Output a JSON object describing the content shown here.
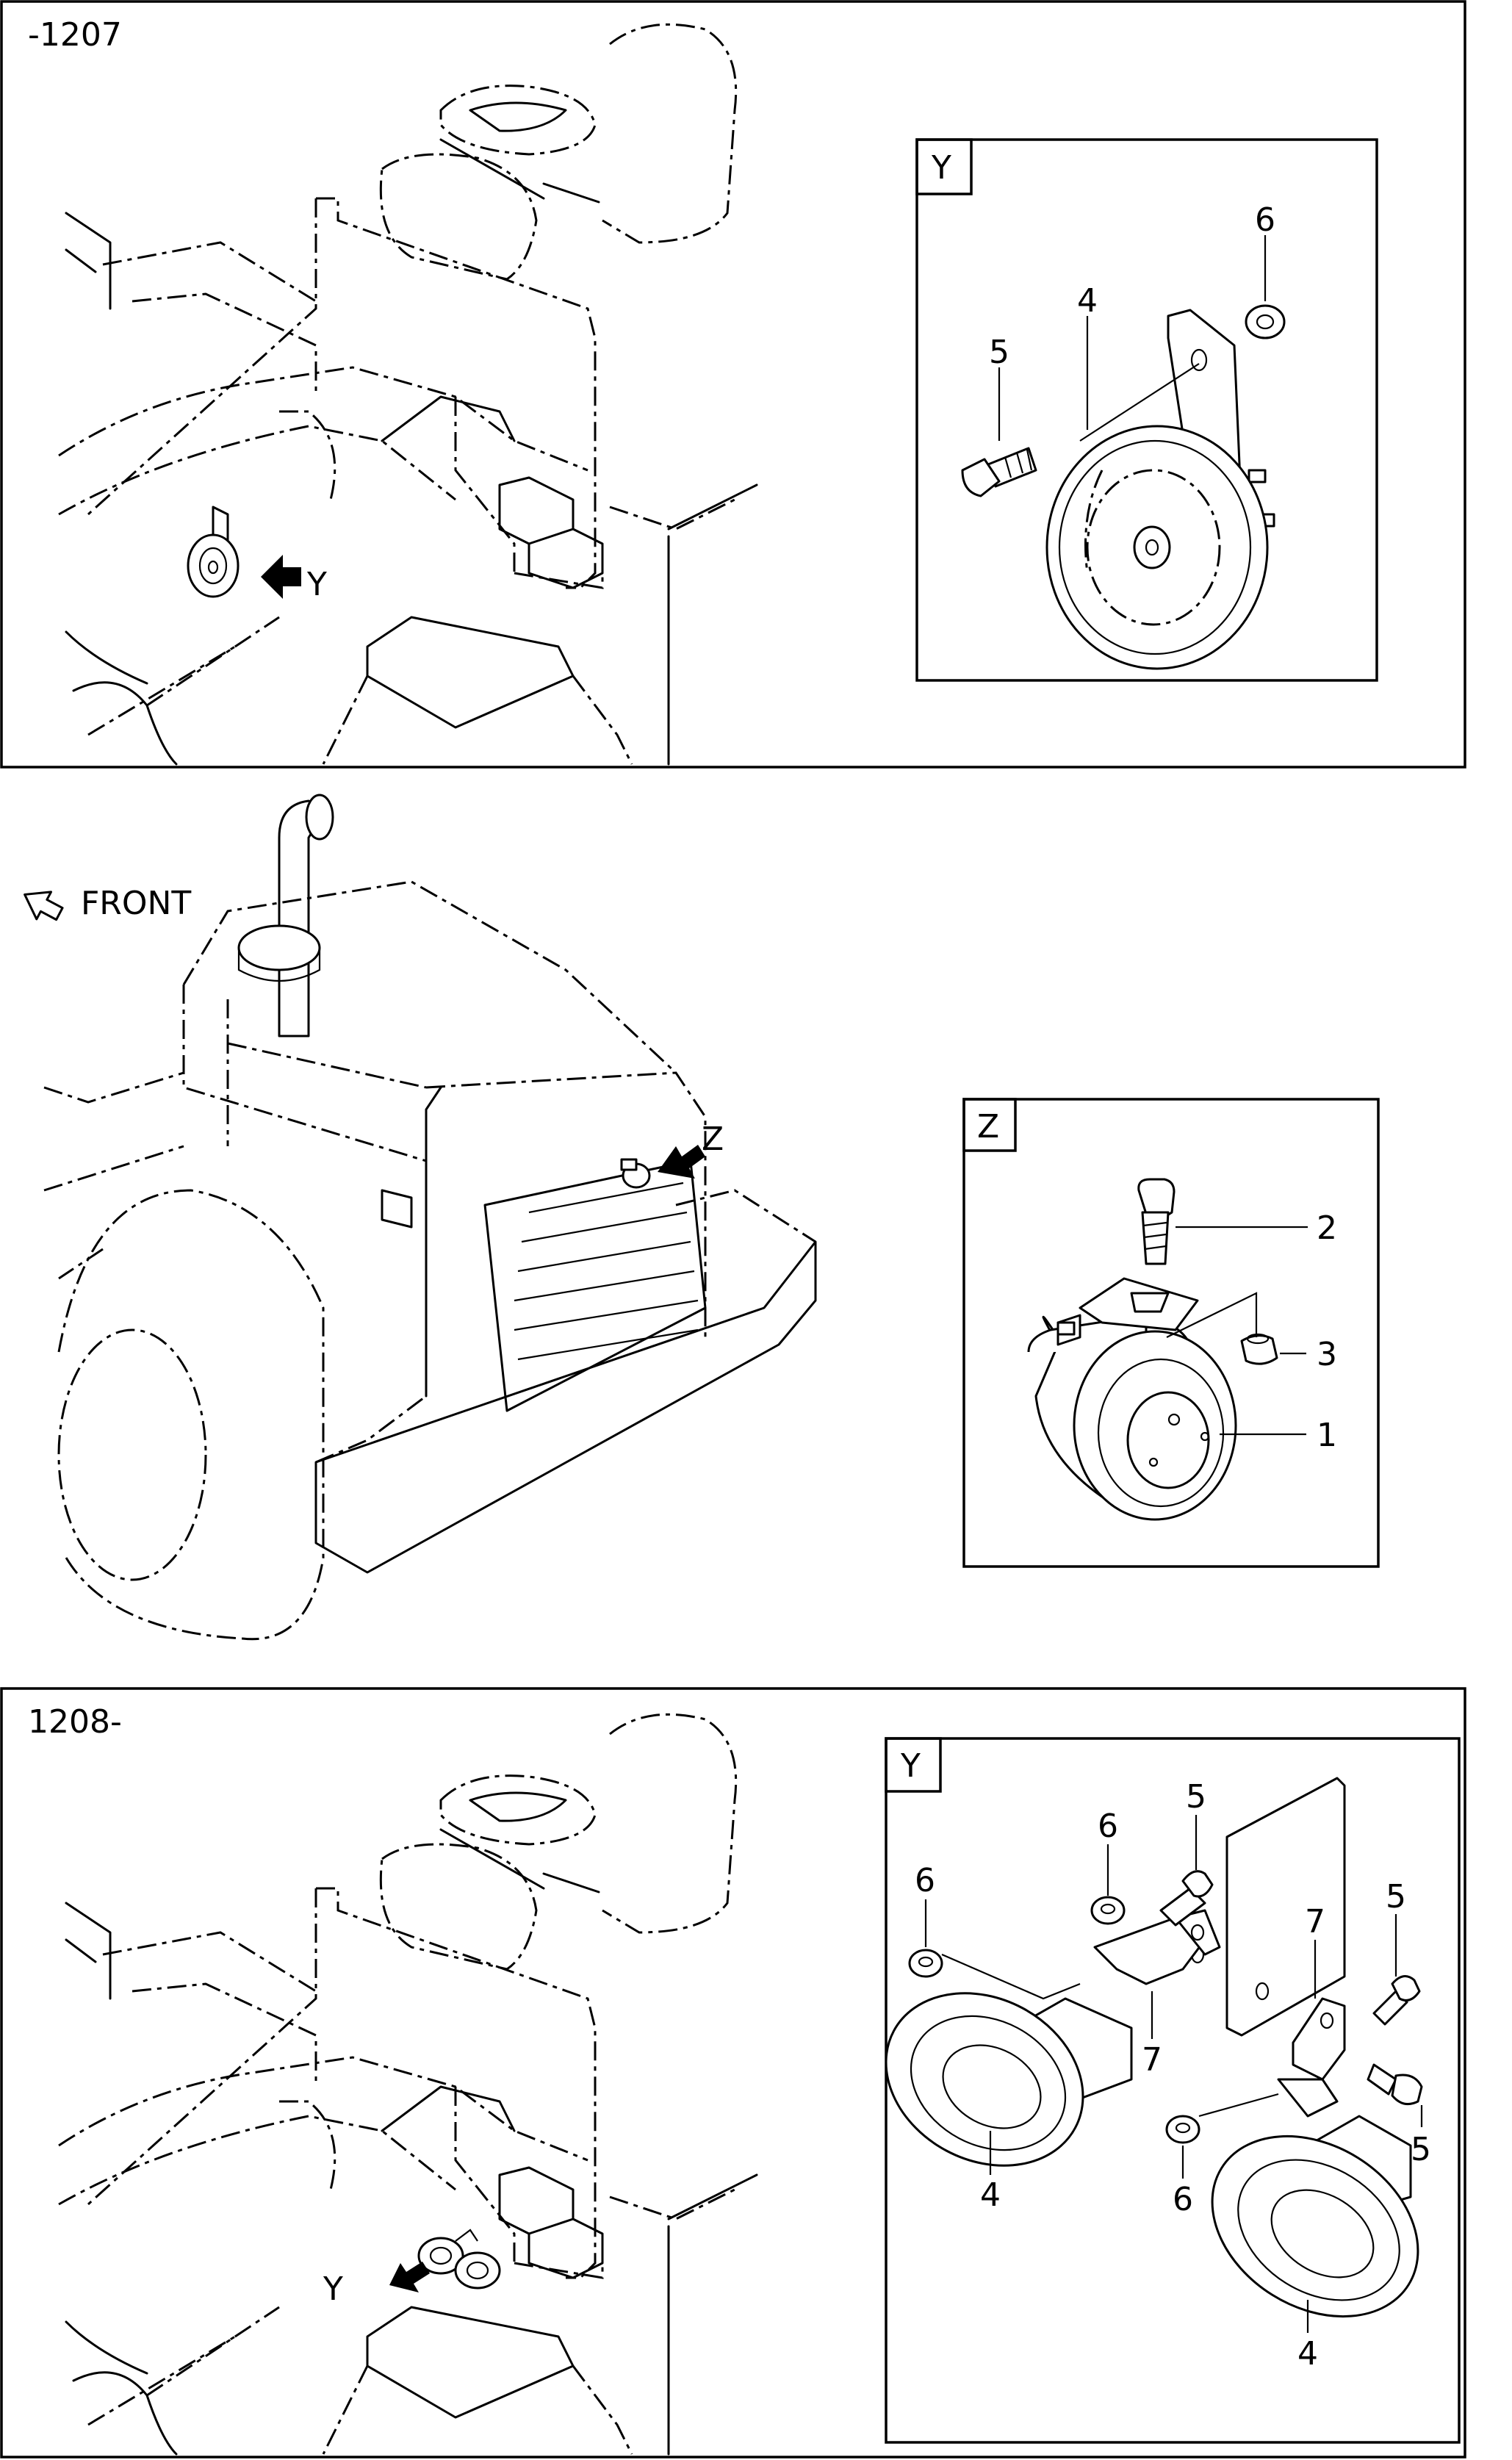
{
  "panels": [
    {
      "range_label": "-1207",
      "view_label": "Y",
      "callouts": [
        "4",
        "5",
        "6"
      ],
      "pointer_label": "Y"
    },
    {
      "direction_label": "FRONT",
      "view_label": "Z",
      "callouts": [
        "1",
        "2",
        "3"
      ],
      "pointer_label": "Z"
    },
    {
      "range_label": "1208-",
      "view_label": "Y",
      "callouts": [
        "4",
        "4",
        "5",
        "5",
        "5",
        "6",
        "6",
        "7",
        "7"
      ],
      "pointer_label": "Y"
    }
  ]
}
